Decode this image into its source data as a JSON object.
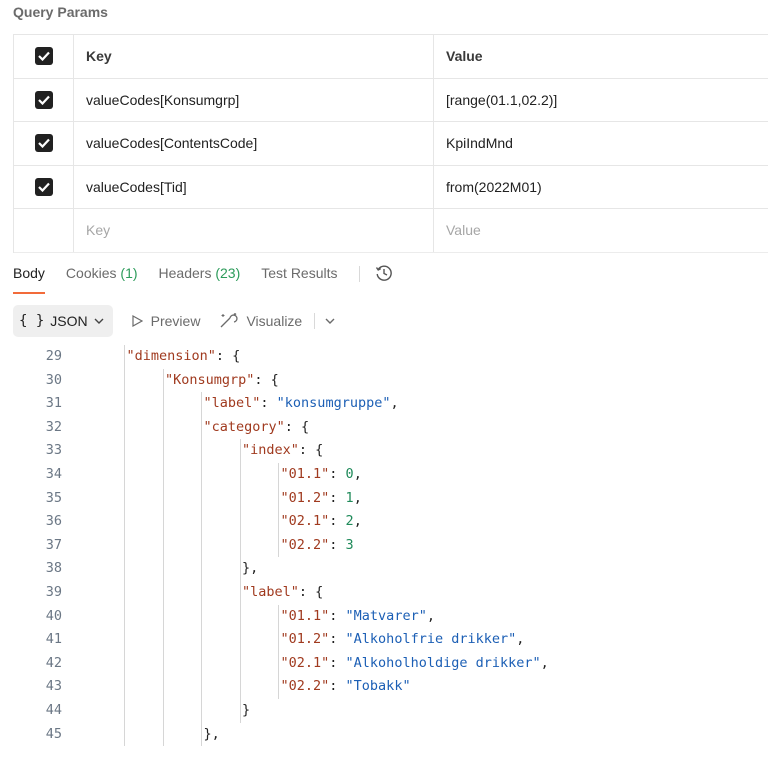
{
  "query_params": {
    "title": "Query Params",
    "header": {
      "key": "Key",
      "value": "Value"
    },
    "rows": [
      {
        "checked": true,
        "key": "valueCodes[Konsumgrp]",
        "value": "[range(01.1,02.2)]"
      },
      {
        "checked": true,
        "key": "valueCodes[ContentsCode]",
        "value": "KpiIndMnd"
      },
      {
        "checked": true,
        "key": "valueCodes[Tid]",
        "value": "from(2022M01)"
      }
    ],
    "placeholder": {
      "key": "Key",
      "value": "Value"
    }
  },
  "response_tabs": {
    "body": "Body",
    "cookies": "Cookies",
    "cookies_count": "(1)",
    "headers": "Headers",
    "headers_count": "(23)",
    "test_results": "Test Results"
  },
  "toolbar": {
    "format_braces": "{ }",
    "format": "JSON",
    "preview": "Preview",
    "visualize": "Visualize"
  },
  "colors": {
    "accent": "#f26b3a",
    "count": "#2c9b5a",
    "json_key": "#a03a1f",
    "json_string": "#1c5fb5",
    "json_number": "#1f8a5a"
  },
  "code_lines": [
    {
      "n": "29",
      "indent": 1,
      "k": "\"dimension\"",
      "p": ": {"
    },
    {
      "n": "30",
      "indent": 2,
      "k": "\"Konsumgrp\"",
      "p": ": {"
    },
    {
      "n": "31",
      "indent": 3,
      "k": "\"label\"",
      "p": ": ",
      "s": "\"konsumgruppe\"",
      "t": ","
    },
    {
      "n": "32",
      "indent": 3,
      "k": "\"category\"",
      "p": ": {"
    },
    {
      "n": "33",
      "indent": 4,
      "k": "\"index\"",
      "p": ": {"
    },
    {
      "n": "34",
      "indent": 5,
      "k": "\"01.1\"",
      "p": ": ",
      "num": "0",
      "t": ","
    },
    {
      "n": "35",
      "indent": 5,
      "k": "\"01.2\"",
      "p": ": ",
      "num": "1",
      "t": ","
    },
    {
      "n": "36",
      "indent": 5,
      "k": "\"02.1\"",
      "p": ": ",
      "num": "2",
      "t": ","
    },
    {
      "n": "37",
      "indent": 5,
      "k": "\"02.2\"",
      "p": ": ",
      "num": "3"
    },
    {
      "n": "38",
      "indent": 4,
      "p": "},"
    },
    {
      "n": "39",
      "indent": 4,
      "k": "\"label\"",
      "p": ": {"
    },
    {
      "n": "40",
      "indent": 5,
      "k": "\"01.1\"",
      "p": ": ",
      "s": "\"Matvarer\"",
      "t": ","
    },
    {
      "n": "41",
      "indent": 5,
      "k": "\"01.2\"",
      "p": ": ",
      "s": "\"Alkoholfrie drikker\"",
      "t": ","
    },
    {
      "n": "42",
      "indent": 5,
      "k": "\"02.1\"",
      "p": ": ",
      "s": "\"Alkoholholdige drikker\"",
      "t": ","
    },
    {
      "n": "43",
      "indent": 5,
      "k": "\"02.2\"",
      "p": ": ",
      "s": "\"Tobakk\""
    },
    {
      "n": "44",
      "indent": 4,
      "p": "}"
    },
    {
      "n": "45",
      "indent": 3,
      "p": "},"
    }
  ]
}
